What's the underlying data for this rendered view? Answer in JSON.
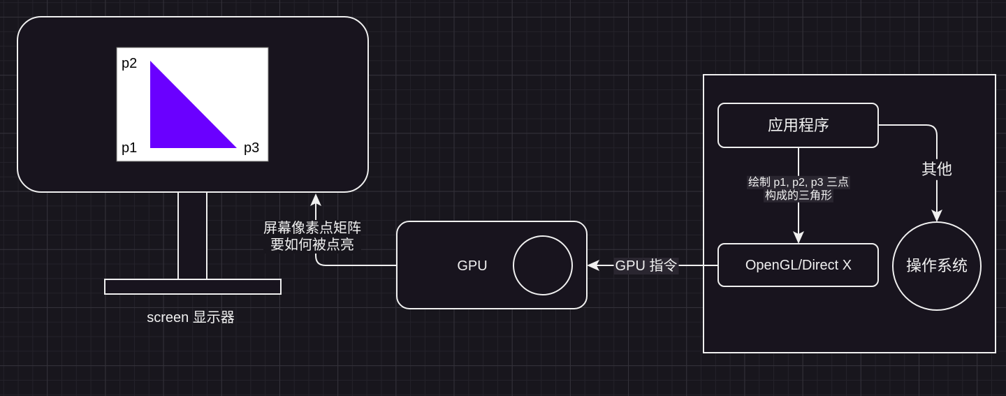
{
  "diagram": {
    "monitor": {
      "label": "screen 显示器",
      "screen_points": {
        "p1": "p1",
        "p2": "p2",
        "p3": "p3"
      },
      "triangle_color": "#6a00ff"
    },
    "gpu": {
      "label": "GPU"
    },
    "edges": {
      "gpu_to_screen": {
        "line1": "屏幕像素点矩阵",
        "line2": "要如何被点亮"
      },
      "api_to_gpu": {
        "label": "GPU 指令"
      },
      "app_to_api": {
        "line1": "绘制 p1, p2, p3 三点",
        "line2": "构成的三角形"
      },
      "app_to_os": {
        "label": "其他"
      }
    },
    "system": {
      "app": {
        "label": "应用程序"
      },
      "api": {
        "label": "OpenGL/Direct X"
      },
      "os": {
        "label": "操作系统"
      }
    },
    "colors": {
      "background": "#18161d",
      "stroke": "#f0f0f0",
      "screen_bg": "#ffffff",
      "triangle": "#6a00ff"
    }
  }
}
